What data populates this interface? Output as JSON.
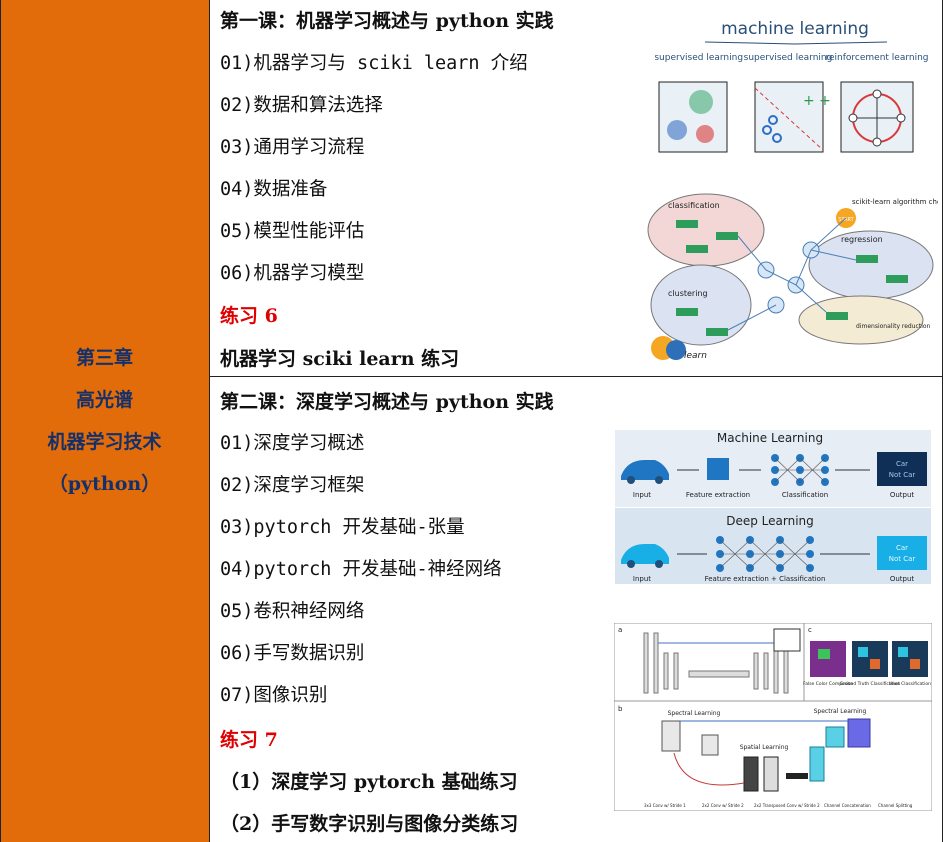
{
  "chapter": {
    "line1": "第三章",
    "line2": "高光谱",
    "line3": "机器学习技术",
    "line4": "（python）"
  },
  "lesson1": {
    "title": "第一课：机器学习概述与 python 实践",
    "items": [
      "01)机器学习与 sciki learn 介绍",
      "02)数据和算法选择",
      "03)通用学习流程",
      "04)数据准备",
      "05)模型性能评估",
      "06)机器学习模型"
    ],
    "exercise": "练习 6",
    "exercise_detail": "机器学习 sciki learn 练习"
  },
  "lesson2": {
    "title": "第二课：深度学习概述与 python 实践",
    "items": [
      "01)深度学习概述",
      "02)深度学习框架",
      "03)pytorch 开发基础-张量",
      "04)pytorch 开发基础-神经网络",
      "05)卷积神经网络",
      "06)手写数据识别",
      "07)图像识别"
    ],
    "exercise": "练习 7",
    "exercise_items": [
      "（1）深度学习 pytorch 基础练习",
      "（2）手写数字识别与图像分类练习"
    ]
  },
  "figures": {
    "ml_types": {
      "title": "machine learning",
      "labels": [
        "unsupervised learning",
        "supervised learning",
        "reinforcement learning"
      ]
    },
    "cheat_sheet": {
      "title": "scikit-learn algorithm cheat-sheet",
      "labels": [
        "classification",
        "regression",
        "clustering",
        "dimensionality reduction",
        "START"
      ],
      "logo": "learn"
    },
    "ml_vs_dl": {
      "top_title": "Machine Learning",
      "bottom_title": "Deep Learning",
      "top_labels": [
        "Input",
        "Feature extraction",
        "Classification",
        "Output"
      ],
      "bottom_labels": [
        "Input",
        "Feature extraction + Classification",
        "Output"
      ],
      "output_car": "Car",
      "output_notcar": "Not Car"
    },
    "unet": {
      "panel_labels": [
        "a",
        "b",
        "c"
      ],
      "titles": [
        "Spectral Learning",
        "Spatial Learning",
        "Spectral Learning"
      ],
      "captions": [
        "False Color Composite",
        "Ground Truth Classification",
        "Unet Classification"
      ],
      "legend": [
        "3x3 Conv w/ Stride 1",
        "2x2 Conv w/ Stride 2",
        "2x2 Transposed Conv w/ Stride 2",
        "Channel Concatenation",
        "Channel Splitting"
      ]
    }
  },
  "colors": {
    "left_bg": "#e36c0a",
    "chapter_text": "#14306a",
    "exercise_red": "#e00000"
  }
}
